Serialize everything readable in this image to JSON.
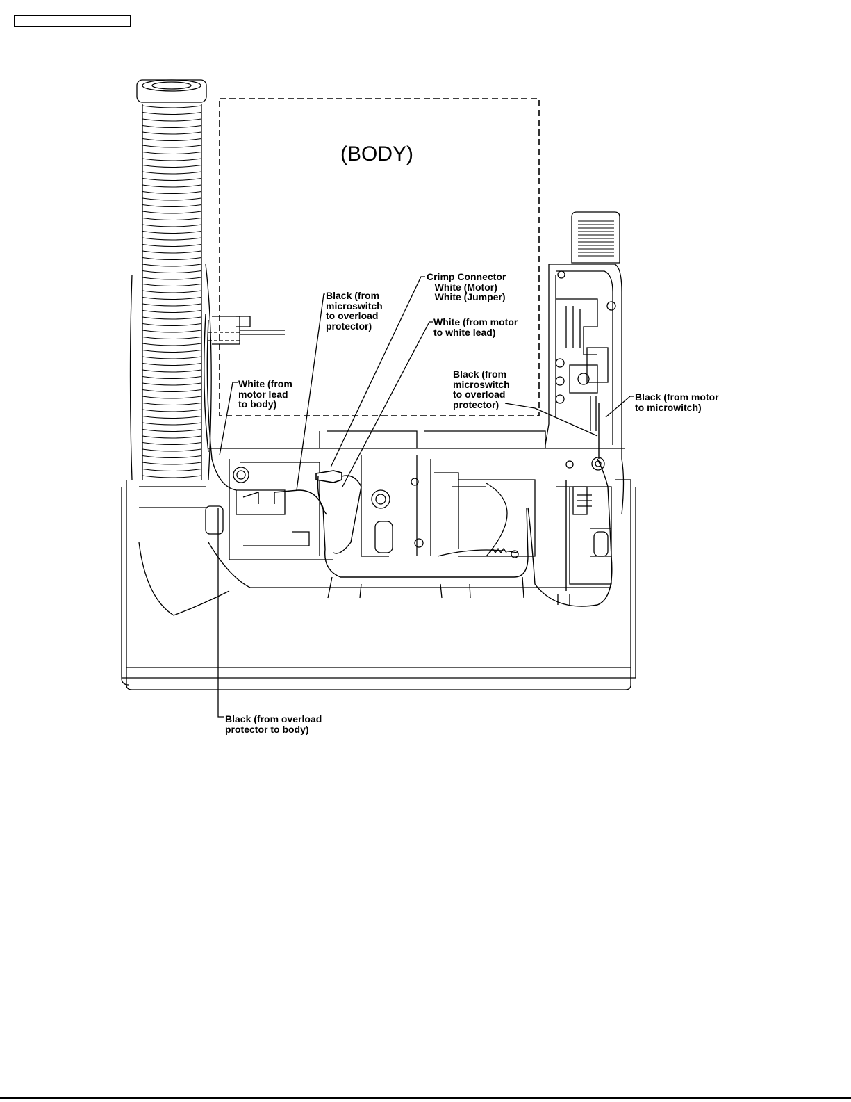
{
  "header": {
    "box_text": ""
  },
  "diagram": {
    "body_label": "(BODY)",
    "callouts": {
      "crimp_connector": "Crimp Connector\n   White (Motor)\n   White (Jumper)",
      "black_microswitch_left": "Black (from\nmicroswitch\nto overload\nprotector)",
      "white_motor_white_lead": "White (from motor\nto white lead)",
      "white_motor_lead_body": "White (from\nmotor lead\nto body)",
      "black_microswitch_right": "Black (from\nmicroswitch\nto overload\nprotector)",
      "black_motor_microswitch": "Black (from motor\nto microwitch)",
      "black_overload_body": "Black (from overload\nprotector to body)"
    }
  },
  "colors": {
    "line": "#000000",
    "background": "#ffffff"
  }
}
